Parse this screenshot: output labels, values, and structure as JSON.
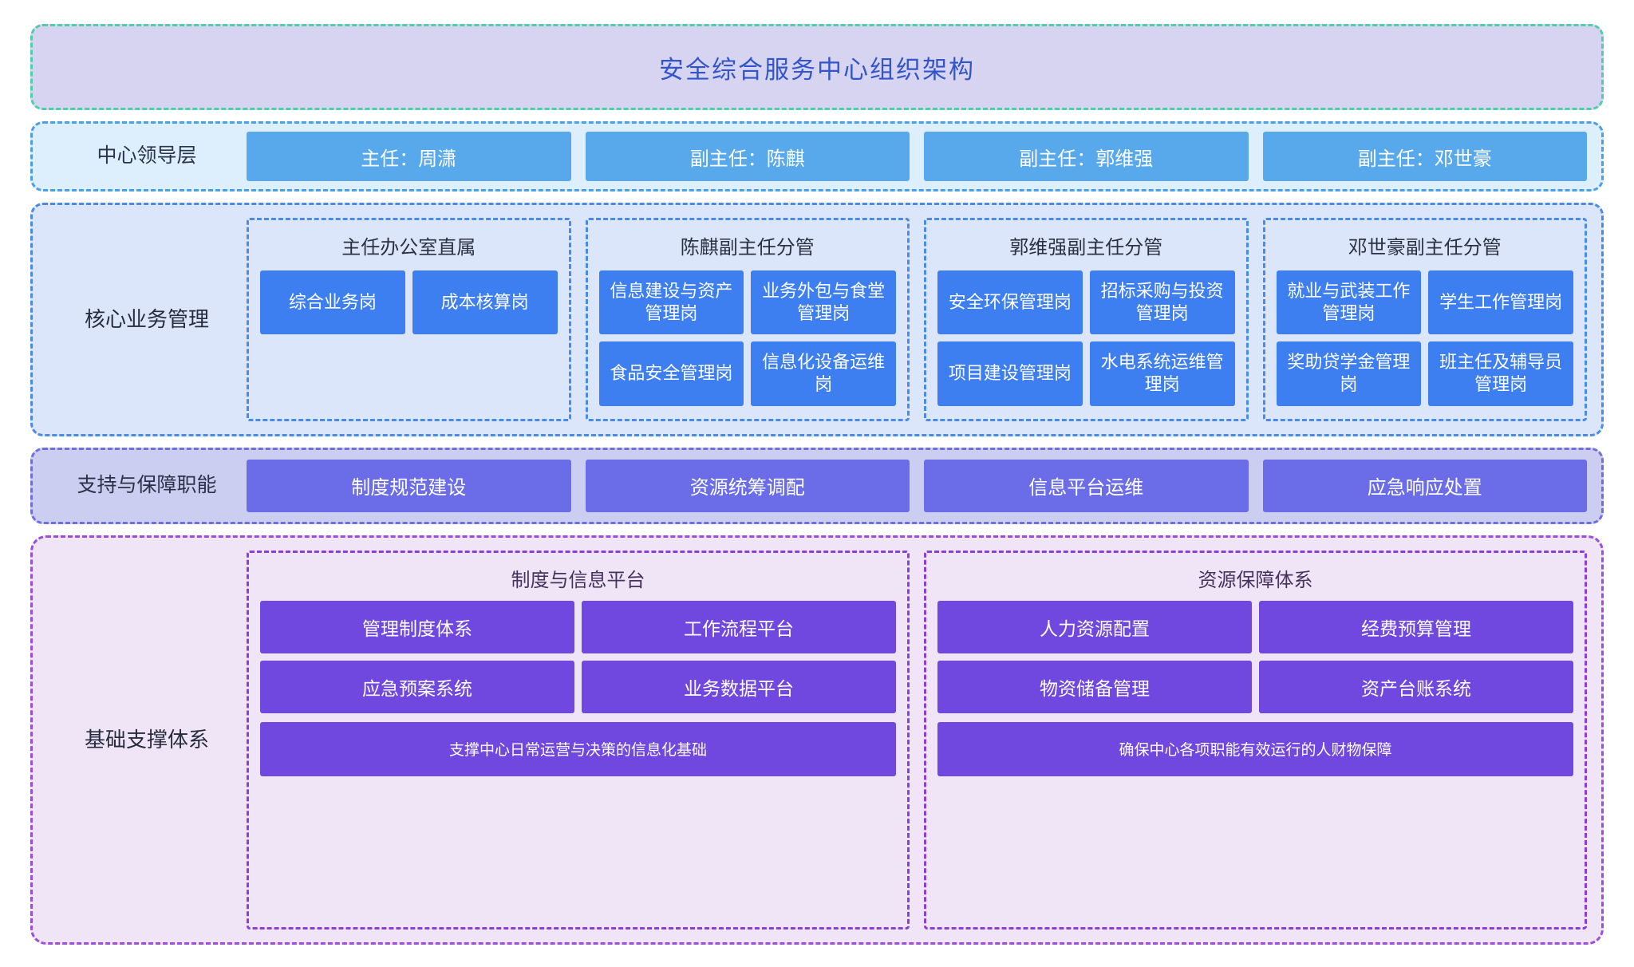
{
  "title": {
    "text": "安全综合服务中心组织架构",
    "background": "#d6d4f0",
    "border_color": "#4ecfa8",
    "text_color": "#3355cc"
  },
  "leadership": {
    "label": "中心领导层",
    "background": "#ddeffc",
    "border_color": "#4a9fe8",
    "box_color": "#57a9ec",
    "members": [
      {
        "label": "主任：周潇"
      },
      {
        "label": "副主任：陈麒"
      },
      {
        "label": "副主任：郭维强"
      },
      {
        "label": "副主任：邓世豪"
      }
    ]
  },
  "core_business": {
    "label": "核心业务管理",
    "background": "#dbe6fa",
    "border_color": "#4a8be8",
    "box_color": "#3d7ef0",
    "groups": [
      {
        "title": "主任办公室直属",
        "posts": [
          "综合业务岗",
          "成本核算岗"
        ]
      },
      {
        "title": "陈麒副主任分管",
        "posts": [
          "信息建设与资产管理岗",
          "业务外包与食堂管理岗",
          "食品安全管理岗",
          "信息化设备运维岗"
        ]
      },
      {
        "title": "郭维强副主任分管",
        "posts": [
          "安全环保管理岗",
          "招标采购与投资管理岗",
          "项目建设管理岗",
          "水电系统运维管理岗"
        ]
      },
      {
        "title": "邓世豪副主任分管",
        "posts": [
          "就业与武装工作管理岗",
          "学生工作管理岗",
          "奖助贷学金管理岗",
          "班主任及辅导员管理岗"
        ]
      }
    ]
  },
  "support": {
    "label": "支持与保障职能",
    "background": "#cbcdf1",
    "border_color": "#6f6fdd",
    "box_color": "#6b6de8",
    "functions": [
      {
        "label": "制度规范建设"
      },
      {
        "label": "资源统筹调配"
      },
      {
        "label": "信息平台运维"
      },
      {
        "label": "应急响应处置"
      }
    ]
  },
  "foundation": {
    "label": "基础支撑体系",
    "background": "#f0e4f7",
    "border_color": "#9b4ddb",
    "box_color": "#7048e0",
    "groups": [
      {
        "title": "制度与信息平台",
        "items": [
          "管理制度体系",
          "工作流程平台",
          "应急预案系统",
          "业务数据平台"
        ],
        "note": "支撑中心日常运营与决策的信息化基础"
      },
      {
        "title": "资源保障体系",
        "items": [
          "人力资源配置",
          "经费预算管理",
          "物资储备管理",
          "资产台账系统"
        ],
        "note": "确保中心各项职能有效运行的人财物保障"
      }
    ]
  }
}
